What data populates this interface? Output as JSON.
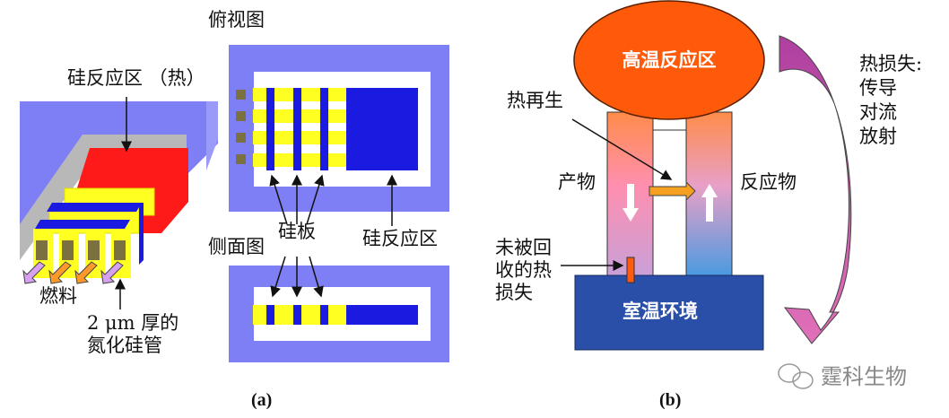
{
  "panel_a": {
    "top_view_title": "俯视图",
    "side_view_title": "侧面图",
    "reactor_hot_label": "硅反应区 （热）",
    "silicon_plate_label": "硅板",
    "reactor_label": "硅反应区",
    "fuel_label": "燃料",
    "tube_label_line1": "2 μm 厚的",
    "tube_label_line2": "氮化硅管",
    "caption": "(a)"
  },
  "panel_b": {
    "hot_zone": "高温反应区",
    "room_temp": "室温环境",
    "heat_regen": "热再生",
    "products": "产物",
    "reactants": "反应物",
    "unrecovered_line1": "未被回",
    "unrecovered_line2": "收的热",
    "unrecovered_line3": "损失",
    "heat_loss_title": "热损失:",
    "heat_loss_items": [
      "传导",
      "对流",
      "放射"
    ],
    "caption": "(b)"
  },
  "watermark": "霆科生物",
  "colors": {
    "frame": "#7f7ff5",
    "blue": "#1a1ae0",
    "yellow": "#ffff22",
    "red": "#ff1a1a",
    "ellipse": "#ff5a0a",
    "room": "#2a4fa8",
    "purple": "#c050b0"
  }
}
